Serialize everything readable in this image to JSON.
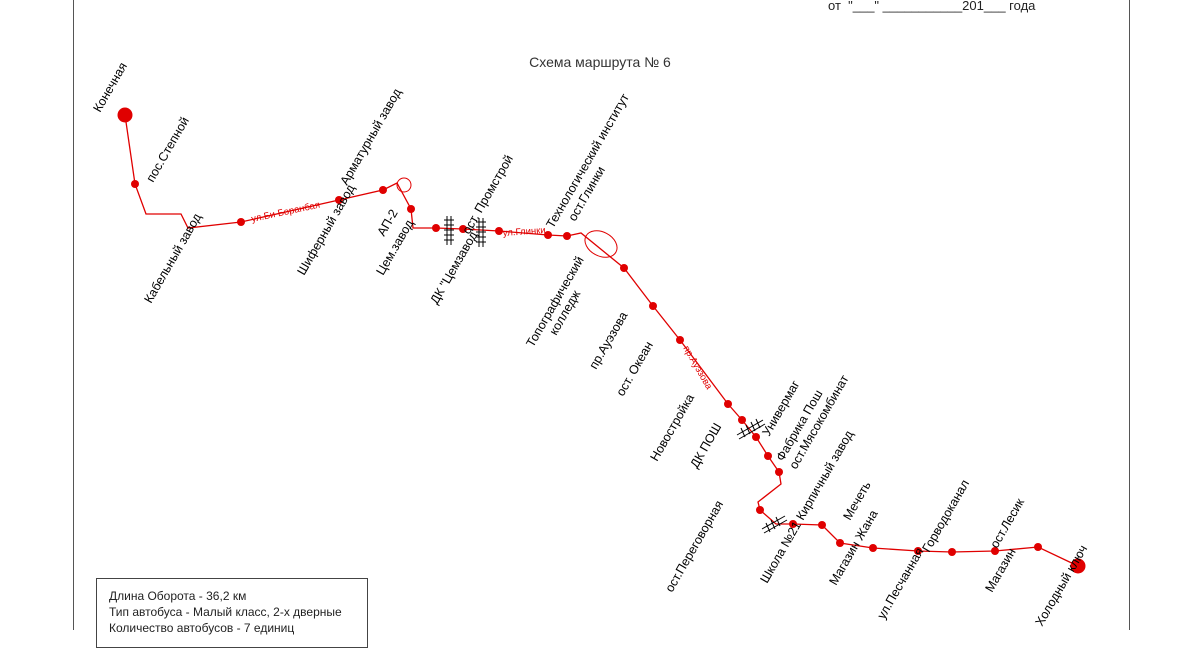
{
  "header": {
    "date_line": "от  \"___\" ___________201___ года"
  },
  "title": "Схема маршрута № 6",
  "route_color": "#e00000",
  "stops": [
    {
      "name": "Конечная",
      "terminal": true
    },
    {
      "name": "пос.Степной"
    },
    {
      "name": "Кабельный завод"
    },
    {
      "name": "Шиферный завод"
    },
    {
      "name": "Арматурный завод"
    },
    {
      "name": "АП-2"
    },
    {
      "name": "Цем.завод"
    },
    {
      "name": "ДК \"Цемзавод\""
    },
    {
      "name": "ост. Промстрой"
    },
    {
      "name": "Технологический институт"
    },
    {
      "name": "ост.Глинки"
    },
    {
      "name": "Топографический колледж"
    },
    {
      "name": "пр.Ауэзова"
    },
    {
      "name": "ост. Океан"
    },
    {
      "name": "Новостройка"
    },
    {
      "name": "ДК ПОШ"
    },
    {
      "name": "Универмаг"
    },
    {
      "name": "Фабрика Пош"
    },
    {
      "name": "ост.Мясокомбинат"
    },
    {
      "name": "ост.Переговорная"
    },
    {
      "name": "Кирпичный завод"
    },
    {
      "name": "Школа №21"
    },
    {
      "name": "Магазин Жана"
    },
    {
      "name": "Мечеть"
    },
    {
      "name": "ул.Песчанная"
    },
    {
      "name": "Горводоканал"
    },
    {
      "name": "ост.Лесик"
    },
    {
      "name": "Магазин"
    },
    {
      "name": "Холодный ключ",
      "terminal": true
    }
  ],
  "streets": [
    "ул.Би Боранбая",
    "ул.Глинки",
    "пр.Ауэзова"
  ],
  "info": {
    "length": "Длина Оборота - 36,2 км",
    "bus_type": "Тип автобуса - Малый класс, 2-х дверные",
    "bus_count": "Количество автобусов - 7 единиц"
  }
}
